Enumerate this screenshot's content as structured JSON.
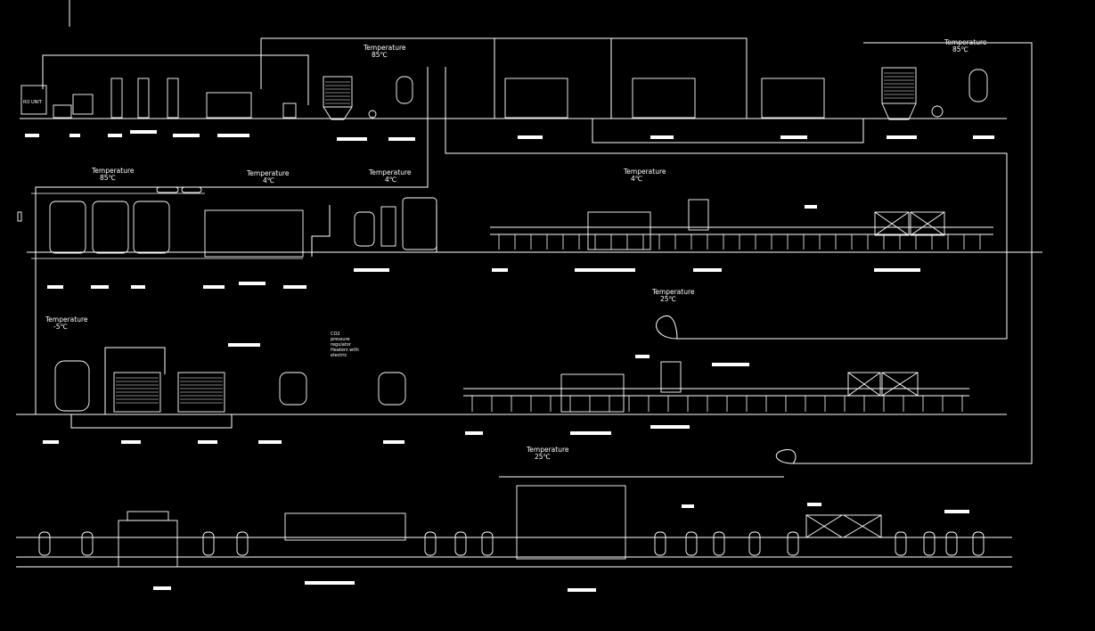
{
  "temperature_labels": [
    {
      "label": "Temperature",
      "value": "85℃"
    },
    {
      "label": "Temperature",
      "value": "85℃"
    },
    {
      "label": "Temperature",
      "value": "85℃"
    },
    {
      "label": "Temperature",
      "value": "4℃"
    },
    {
      "label": "Temperature",
      "value": "4℃"
    },
    {
      "label": "Temperature",
      "value": "4℃"
    },
    {
      "label": "Temperature",
      "value": "25℃"
    },
    {
      "label": "Temperature",
      "value": "-5℃"
    },
    {
      "label": "Temperature",
      "value": "25℃"
    }
  ],
  "annotations": {
    "co2_regulator": [
      "CO2",
      "pressure",
      "regulator",
      "Heaters with",
      "electric"
    ],
    "ro_unit_badge": "RO UNIT"
  },
  "colors": {
    "background": "#000000",
    "stroke": "#ffffff"
  }
}
